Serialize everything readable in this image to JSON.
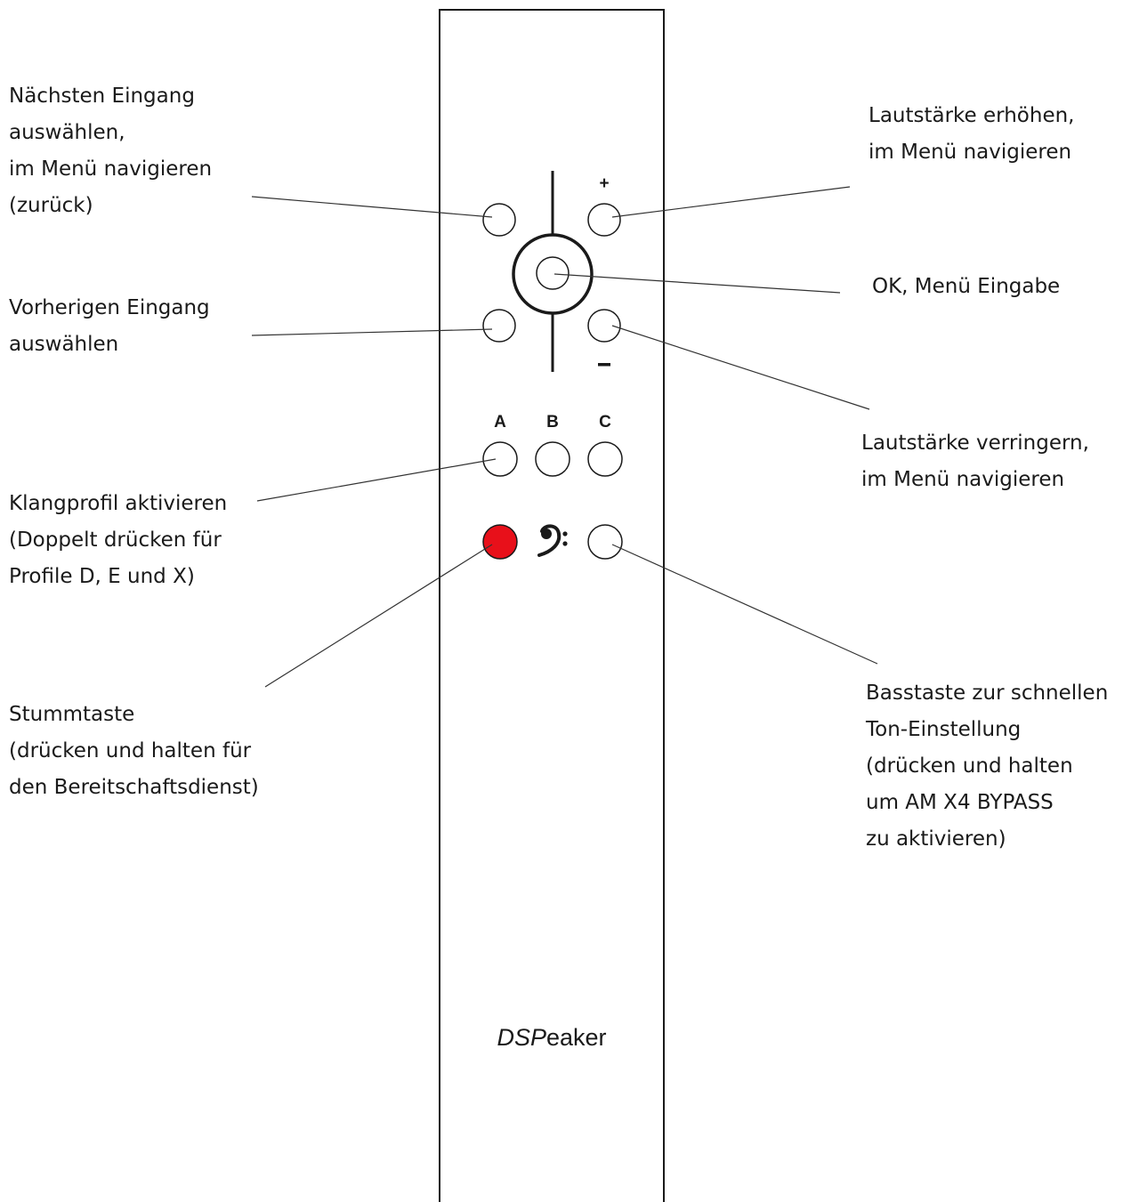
{
  "colors": {
    "outline": "#1a1a1a",
    "mute_button": "#e8101a",
    "background": "#ffffff"
  },
  "remote": {
    "logo": {
      "prefix": "DSP",
      "suffix": "eaker"
    },
    "buttons": {
      "volume_plus_sign": "+",
      "volume_minus_sign": "−",
      "profile_a": "A",
      "profile_b": "B",
      "profile_c": "C",
      "bass_icon": "bass-clef-icon"
    }
  },
  "callouts": {
    "next_input": "Nächsten Eingang\nauswählen,\nim Menü navigieren\n(zurück)",
    "previous_input": "Vorherigen Eingang\nauswählen",
    "sound_profile": "Klangprofil aktivieren\n(Doppelt drücken für\nProfile D, E und X)",
    "mute": "Stummtaste\n(drücken und halten für\nden Bereitschaftsdienst)",
    "volume_up": "Lautstärke erhöhen,\nim Menü navigieren",
    "ok": "OK, Menü Eingabe",
    "volume_down": "Lautstärke verringern,\nim Menü navigieren",
    "bass": "Basstaste zur schnellen\nTon-Einstellung\n(drücken und halten\num AM X4  BYPASS\nzu aktivieren)"
  }
}
